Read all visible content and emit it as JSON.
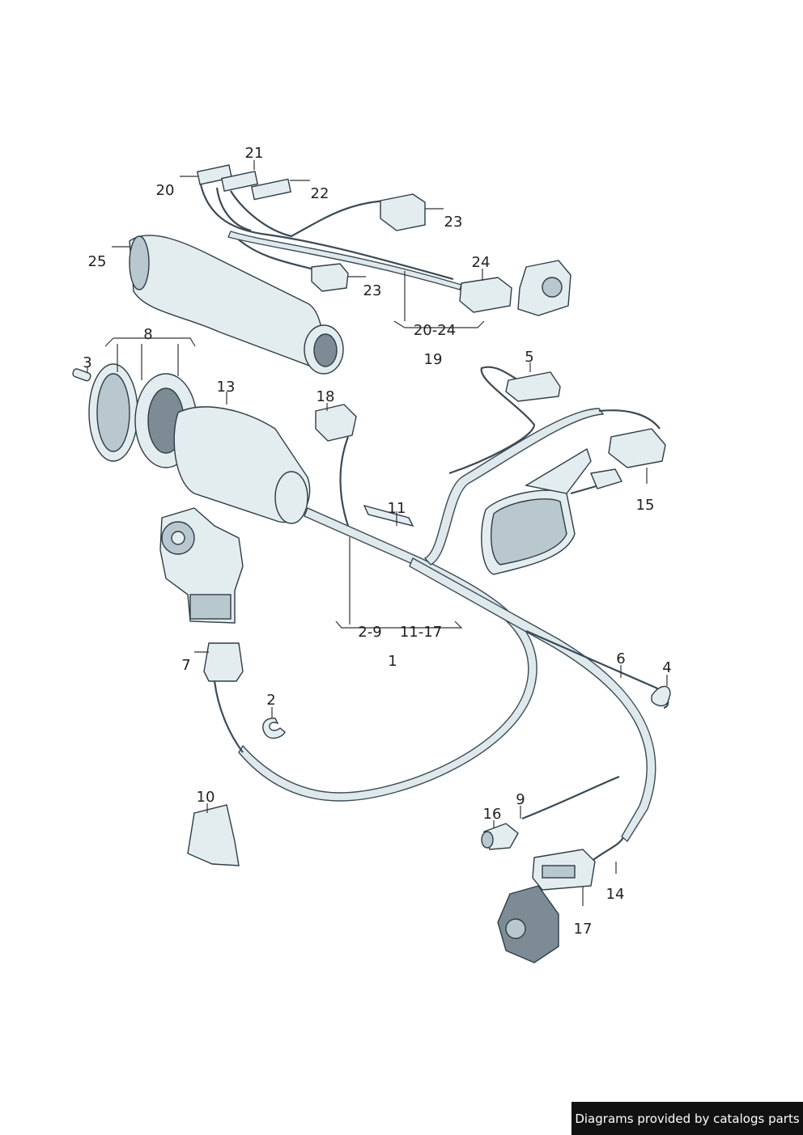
{
  "labels": {
    "l1": "1",
    "l2": "2",
    "l3": "3",
    "l4": "4",
    "l5": "5",
    "l6": "6",
    "l7": "7",
    "l8": "8",
    "l9": "9",
    "l10": "10",
    "l11": "11",
    "l13": "13",
    "l14": "14",
    "l15": "15",
    "l16": "16",
    "l17": "17",
    "l18": "18",
    "l19": "19",
    "l20": "20",
    "l21": "21",
    "l22": "22",
    "l23a": "23",
    "l23b": "23",
    "l24": "24",
    "l25": "25",
    "r2_9": "2-9",
    "r11_17": "11-17",
    "r20_24": "20-24"
  },
  "footer": {
    "text": "Diagrams provided by catalogs parts"
  },
  "colors": {
    "part_fill": "#e3ecef",
    "outline": "#2f3d46",
    "footer_bg": "#111111"
  }
}
